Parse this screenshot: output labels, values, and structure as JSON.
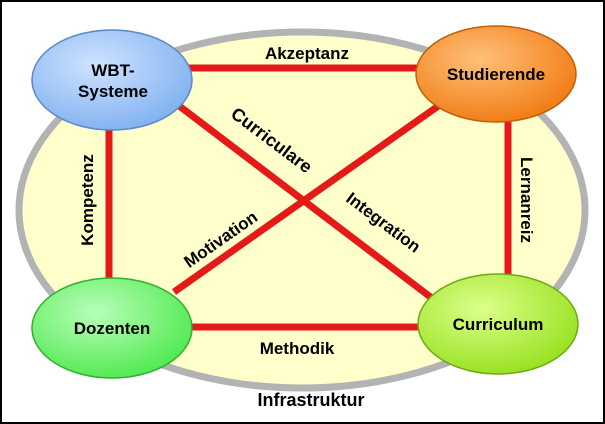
{
  "diagram": {
    "outer_label": "Infrastruktur",
    "nodes": {
      "wbt": {
        "line1": "WBT-",
        "line2": "Systeme"
      },
      "studierende": {
        "label": "Studierende"
      },
      "dozenten": {
        "label": "Dozenten"
      },
      "curriculum": {
        "label": "Curriculum"
      }
    },
    "edges": {
      "top": "Akzeptanz",
      "bottom": "Methodik",
      "left": "Kompetenz",
      "right": "Lernanreiz",
      "diag_upper": "Curriculare",
      "diag_lower": "Integration",
      "diag_other": "Motivation"
    },
    "colors": {
      "ellipse_fill": "#ffffcc",
      "ellipse_stroke": "#b3b3b3",
      "edge": "#e61919",
      "wbt": "#8cbcf5",
      "studierende": "#f5861f",
      "dozenten": "#66f266",
      "curriculum": "#a3e82a"
    }
  }
}
